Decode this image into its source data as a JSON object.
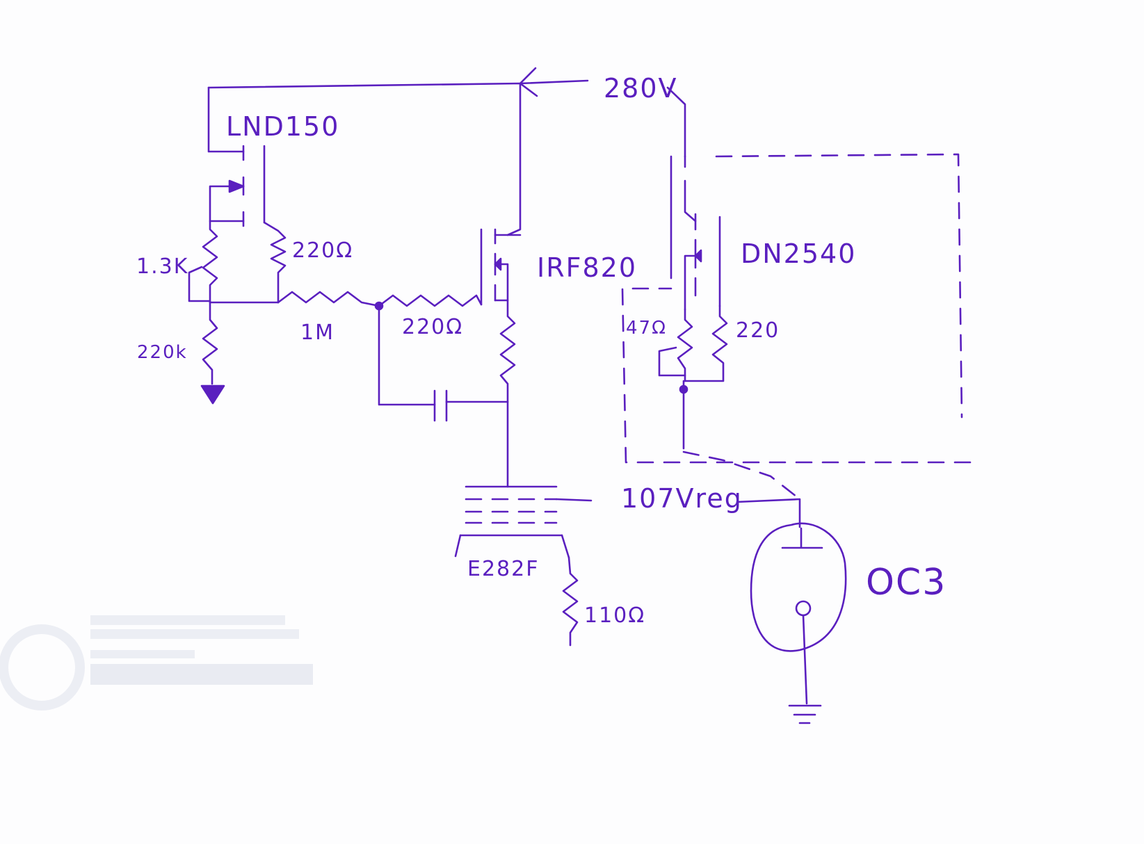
{
  "schematic": {
    "ink_color": "#5a1fbf",
    "ghost_color": "#e6e8ef",
    "supply": {
      "voltage_label": "280V"
    },
    "components": {
      "lnd150": {
        "label": "LND150"
      },
      "r_1_3k": {
        "label": "1.3K"
      },
      "r_220_top": {
        "label": "220Ω"
      },
      "r_220k": {
        "label": "220k"
      },
      "r_1m": {
        "label": "1M"
      },
      "r_220_mid": {
        "label": "220Ω"
      },
      "irf820": {
        "label": "IRF820"
      },
      "dn2540": {
        "label": "DN2540"
      },
      "r_47": {
        "label": "47Ω"
      },
      "r_220_dn": {
        "label": "220"
      },
      "e282f": {
        "label": "E282F"
      },
      "r_110": {
        "label": "110Ω"
      },
      "oc3": {
        "label": "OC3"
      }
    },
    "nodes": {
      "reg": {
        "label": "107Vreg"
      }
    }
  }
}
